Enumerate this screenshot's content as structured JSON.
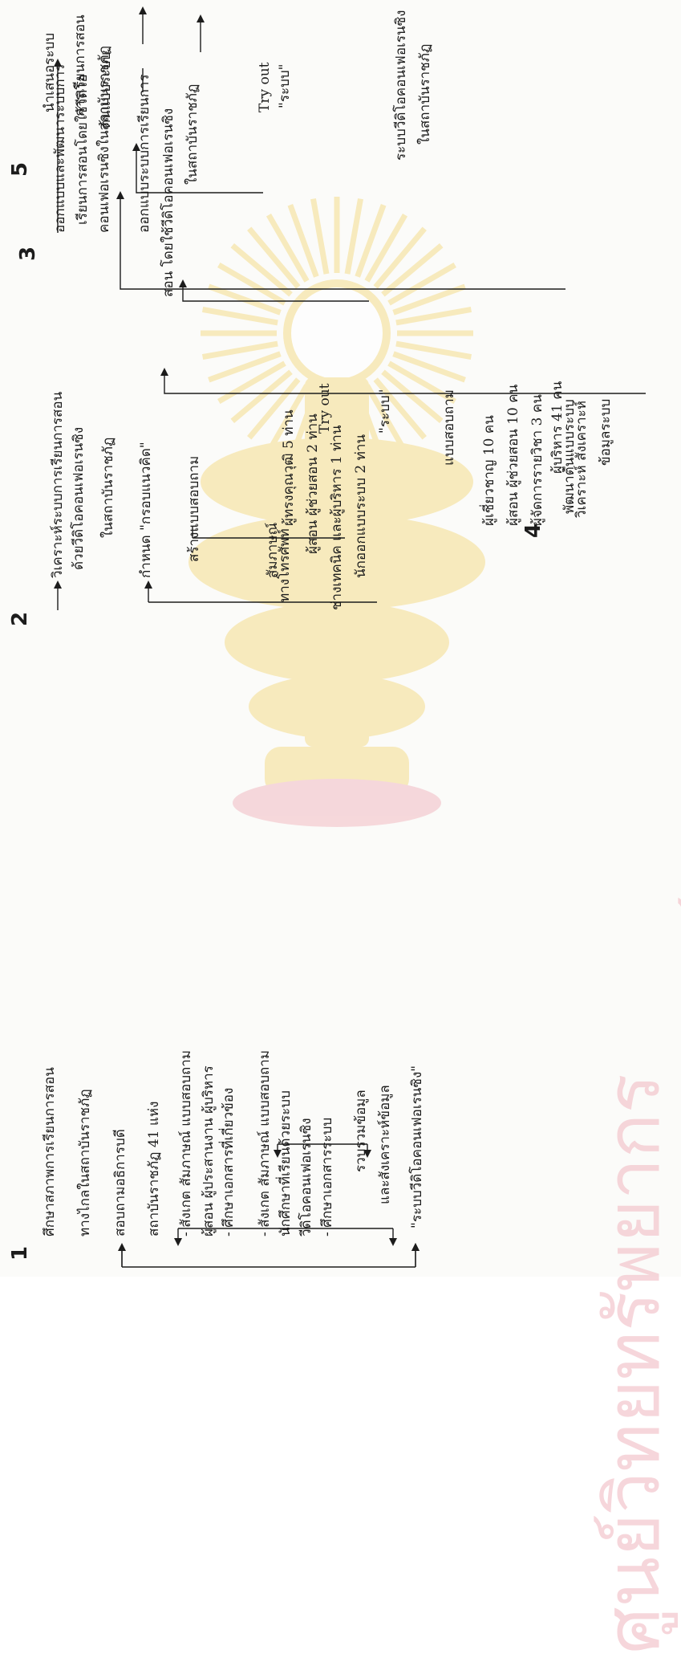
{
  "watermark": {
    "line1": "ศูนย์วิทยทรัพยากร",
    "line2": "จุฬาลงกรณ์มหาวิทยาลัย",
    "emblem_color": "#f6e3a4",
    "text_color": "#f3c9cf"
  },
  "steps": [
    {
      "number": "1"
    },
    {
      "number": "2"
    },
    {
      "number": "3"
    },
    {
      "number": "4"
    },
    {
      "number": "5"
    }
  ],
  "step1": {
    "title": [
      "ศึกษาสภาพการเรียนการสอน",
      "ทางไกลในสถาบันราชภัฏ"
    ],
    "survey": "สอบถามอธิการบดี",
    "survey_count": "สถาบันราชภัฏ 41 แห่ง",
    "observe1": [
      "- สังเกต สัมภาษณ์ แบบสอบถาม",
      "ผู้สอน ผู้ประสานงาน ผู้บริหาร"
    ],
    "docs1": "- ศึกษาเอกสารที่เกี่ยวข้อง",
    "observe2": [
      "- สังเกต สัมภาษณ์ แบบสอบถาม",
      "นักศึกษาที่เรียนด้วยระบบ",
      "วีดิโอคอนเฟอเรนซิง"
    ],
    "docs2": "- ศึกษาเอกสารระบบ",
    "collect": "รวบรวมข้อมูล",
    "analyze": "และสังเคราะห์ข้อมูล",
    "system": "\"ระบบวีดิโอคอนเฟอเรนซิง\""
  },
  "step2": {
    "title": [
      "วิเคราะห์ระบบการเรียนการสอน",
      "ด้วยวีดิโอคอนเฟอเรนซิง",
      "ในสถาบันราชภัฏ"
    ],
    "define": "กำหนด \"กรอบแนวคิด\"",
    "build": "สร้างแบบสอบถาม",
    "experts": [
      "ผู้ทรงคุณวุฒิ 5 ท่าน",
      "ผู้สอน ผู้ช่วยสอน 2 ท่าน",
      "ช่างเทคนิค และผู้บริหาร 1 ท่าน",
      "นักออกแบบระบบ 2 ท่าน"
    ],
    "interview": [
      "สัมภาษณ์",
      "ทางโทรศัพท์"
    ],
    "questionnaire": "แบบสอบถาม",
    "respondents": [
      "ผู้เชี่ยวชาญ 10 คน",
      "ผู้สอน ผู้ช่วยสอน 10 คน",
      "ผู้จัดการรายวิชา 3 คน"
    ],
    "admins": "ผู้บริหาร 41 คน",
    "synthesize": [
      "วิเคราะห์ สังเคราะห์",
      "ข้อมูลระบบ"
    ]
  },
  "step3": {
    "title": [
      "ออกแบบและพัฒนาระบบการ",
      "เรียนการสอนโดยใช้วีดิโอ",
      "คอนเฟอเรนซิงในสถาบันราชภัฏ"
    ],
    "design": [
      "ออกแบบระบบการเรียนการ",
      "สอน โดยใช้วีดิโอคอนเฟอเรนซิง",
      "ในสถาบันราชภัฏ"
    ],
    "tryout": "Try out",
    "system": "\"ระบบ\""
  },
  "step4": {
    "develop": "พัฒนาต้นแบบระบบ"
  },
  "step5": {
    "present": [
      "นำเสนอระบบ",
      "การเรียนการสอน"
    ],
    "prototype": "ต้นแบบระบบ",
    "tryout": [
      "Try out",
      "\"ระบบ\""
    ],
    "final": [
      "ระบบวีดิโอคอนเฟอเรนซิง",
      "ในสถาบันราชภัฏ"
    ]
  }
}
